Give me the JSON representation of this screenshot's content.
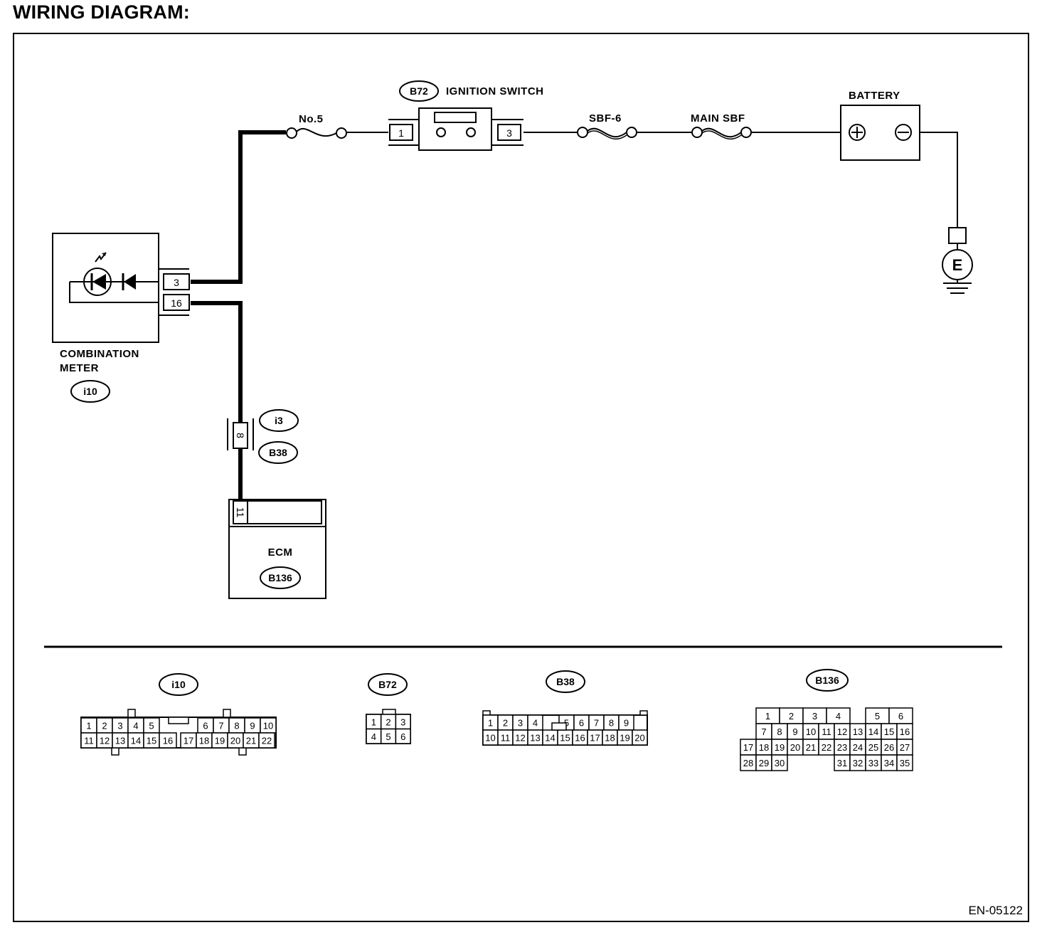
{
  "heading": "WIRING DIAGRAM:",
  "figure_id": "EN-05122",
  "components": {
    "ignition_switch": {
      "connector": "B72",
      "label": "IGNITION SWITCH",
      "pin_in": "1",
      "pin_out": "3"
    },
    "fuse_no5": "No.5",
    "sbf6": "SBF-6",
    "main_sbf": "MAIN SBF",
    "battery": {
      "label": "BATTERY"
    },
    "ground": "E",
    "combination_meter": {
      "label_line1": "COMBINATION",
      "label_line2": "METER",
      "connector": "i10",
      "pin_a": "3",
      "pin_b": "16"
    },
    "joint_connector": {
      "pin": "8",
      "connector_a": "i3",
      "connector_b": "B38"
    },
    "ecm": {
      "label": "ECM",
      "connector": "B136",
      "pin": "11"
    }
  },
  "connector_faces": {
    "i10": {
      "label": "i10",
      "row1": [
        "1",
        "2",
        "3",
        "4",
        "5",
        "",
        "6",
        "7",
        "8",
        "9",
        "10"
      ],
      "row2": [
        "11",
        "12",
        "13",
        "14",
        "15",
        "16",
        "17",
        "18",
        "19",
        "20",
        "21",
        "22"
      ]
    },
    "B72": {
      "label": "B72",
      "row1": [
        "1",
        "2",
        "3"
      ],
      "row2": [
        "4",
        "5",
        "6"
      ]
    },
    "B38": {
      "label": "B38",
      "row1": [
        "1",
        "2",
        "3",
        "4",
        "",
        "",
        "5",
        "6",
        "7",
        "8",
        "9"
      ],
      "row2": [
        "10",
        "11",
        "12",
        "13",
        "14",
        "15",
        "16",
        "17",
        "18",
        "19",
        "20"
      ]
    },
    "B136": {
      "label": "B136",
      "row1": [
        "1",
        "2",
        "3",
        "4",
        "",
        "5",
        "6"
      ],
      "row2": [
        "7",
        "8",
        "9",
        "10",
        "11",
        "12",
        "13",
        "14",
        "15",
        "16"
      ],
      "row3": [
        "17",
        "18",
        "19",
        "20",
        "21",
        "22",
        "23",
        "24",
        "25",
        "26",
        "27"
      ],
      "row4": [
        "28",
        "29",
        "30",
        "",
        "",
        "",
        "31",
        "32",
        "33",
        "34",
        "35"
      ]
    }
  }
}
